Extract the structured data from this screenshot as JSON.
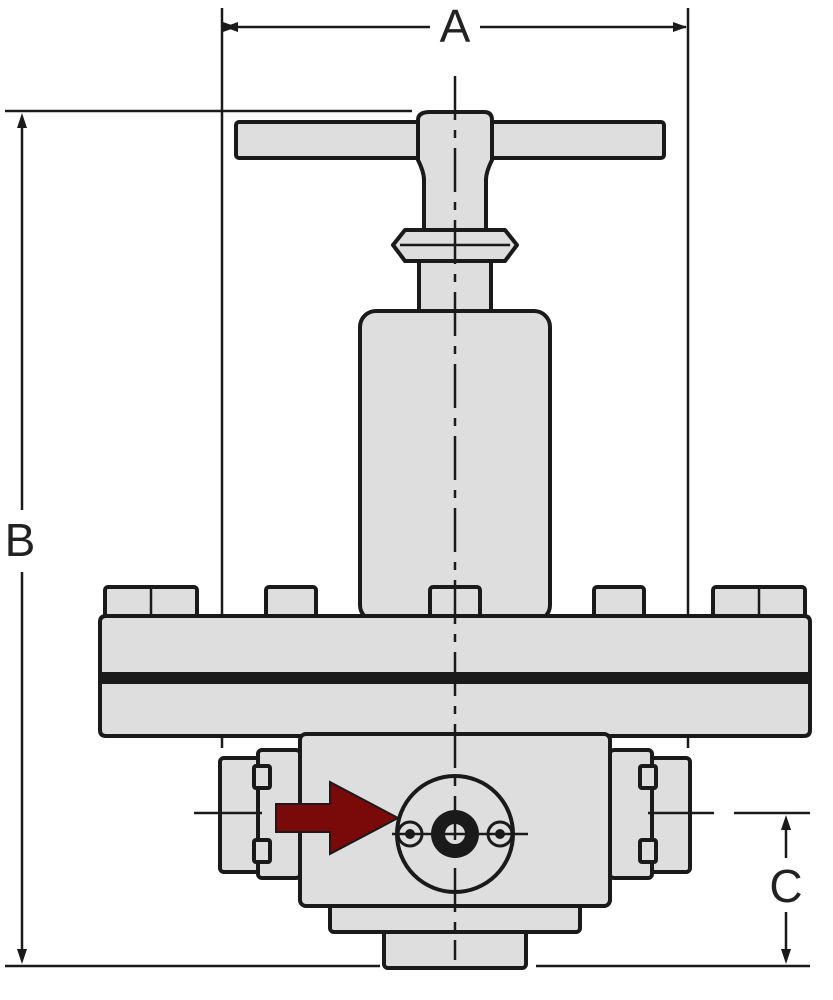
{
  "dimensions": {
    "width_label": "A",
    "height_label": "B",
    "port_height_label": "C"
  },
  "colors": {
    "body_fill": "#dedede",
    "outline": "#1a1a1a",
    "flow_arrow": "#7a0a0a"
  },
  "icons": {
    "flow_direction": "flow-arrow-icon"
  }
}
